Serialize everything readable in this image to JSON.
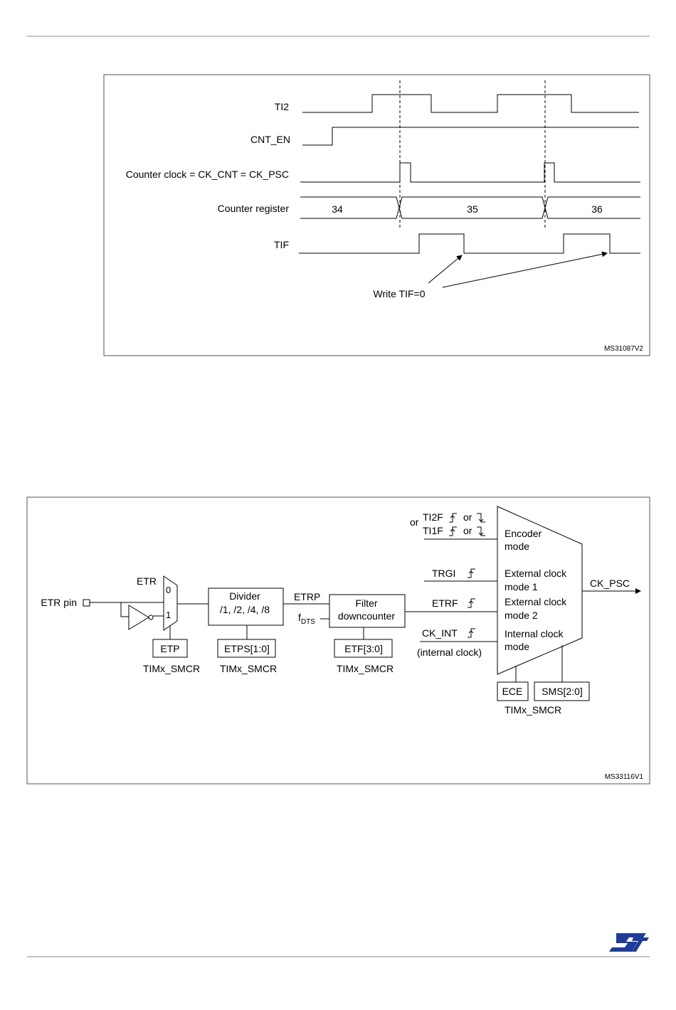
{
  "figure1": {
    "signals": {
      "ti2": "TI2",
      "cnt_en": "CNT_EN",
      "counter_clock": "Counter clock = CK_CNT = CK_PSC",
      "counter_register": "Counter register",
      "tif": "TIF"
    },
    "counter_values": [
      "34",
      "35",
      "36"
    ],
    "annotation": "Write TIF=0",
    "id_code": "MS31087V2"
  },
  "figure2": {
    "etr_pin": "ETR pin",
    "etr": "ETR",
    "mux_in0": "0",
    "mux_in1": "1",
    "etp": "ETP",
    "reg_etp": "TIMx_SMCR",
    "divider_line1": "Divider",
    "divider_line2": "/1, /2, /4, /8",
    "etps": "ETPS[1:0]",
    "reg_etps": "TIMx_SMCR",
    "etrp": "ETRP",
    "fdts_f": "f",
    "fdts_sub": "DTS",
    "filter_line1": "Filter",
    "filter_line2": "downcounter",
    "etf": "ETF[3:0]",
    "reg_etf": "TIMx_SMCR",
    "inputs": {
      "or_label": "or",
      "ti2f": "TI2F",
      "ti1f": "TI1F",
      "or_a": "or",
      "or_b": "or",
      "trgi": "TRGI",
      "etrf": "ETRF",
      "ck_int": "CK_INT",
      "internal_clock": "(internal clock)"
    },
    "modes": {
      "encoder_1": "Encoder",
      "encoder_2": "mode",
      "ext1_1": "External clock",
      "ext1_2": "mode 1",
      "ext2_1": "External clock",
      "ext2_2": "mode 2",
      "int_1": "Internal clock",
      "int_2": "mode"
    },
    "ck_psc": "CK_PSC",
    "ece": "ECE",
    "sms": "SMS[2:0]",
    "reg_sms": "TIMx_SMCR",
    "id_code": "MS33116V1"
  },
  "logo": "ST",
  "colors": {
    "logo_blue": "#1f3c99",
    "rule_grey": "#888888"
  }
}
